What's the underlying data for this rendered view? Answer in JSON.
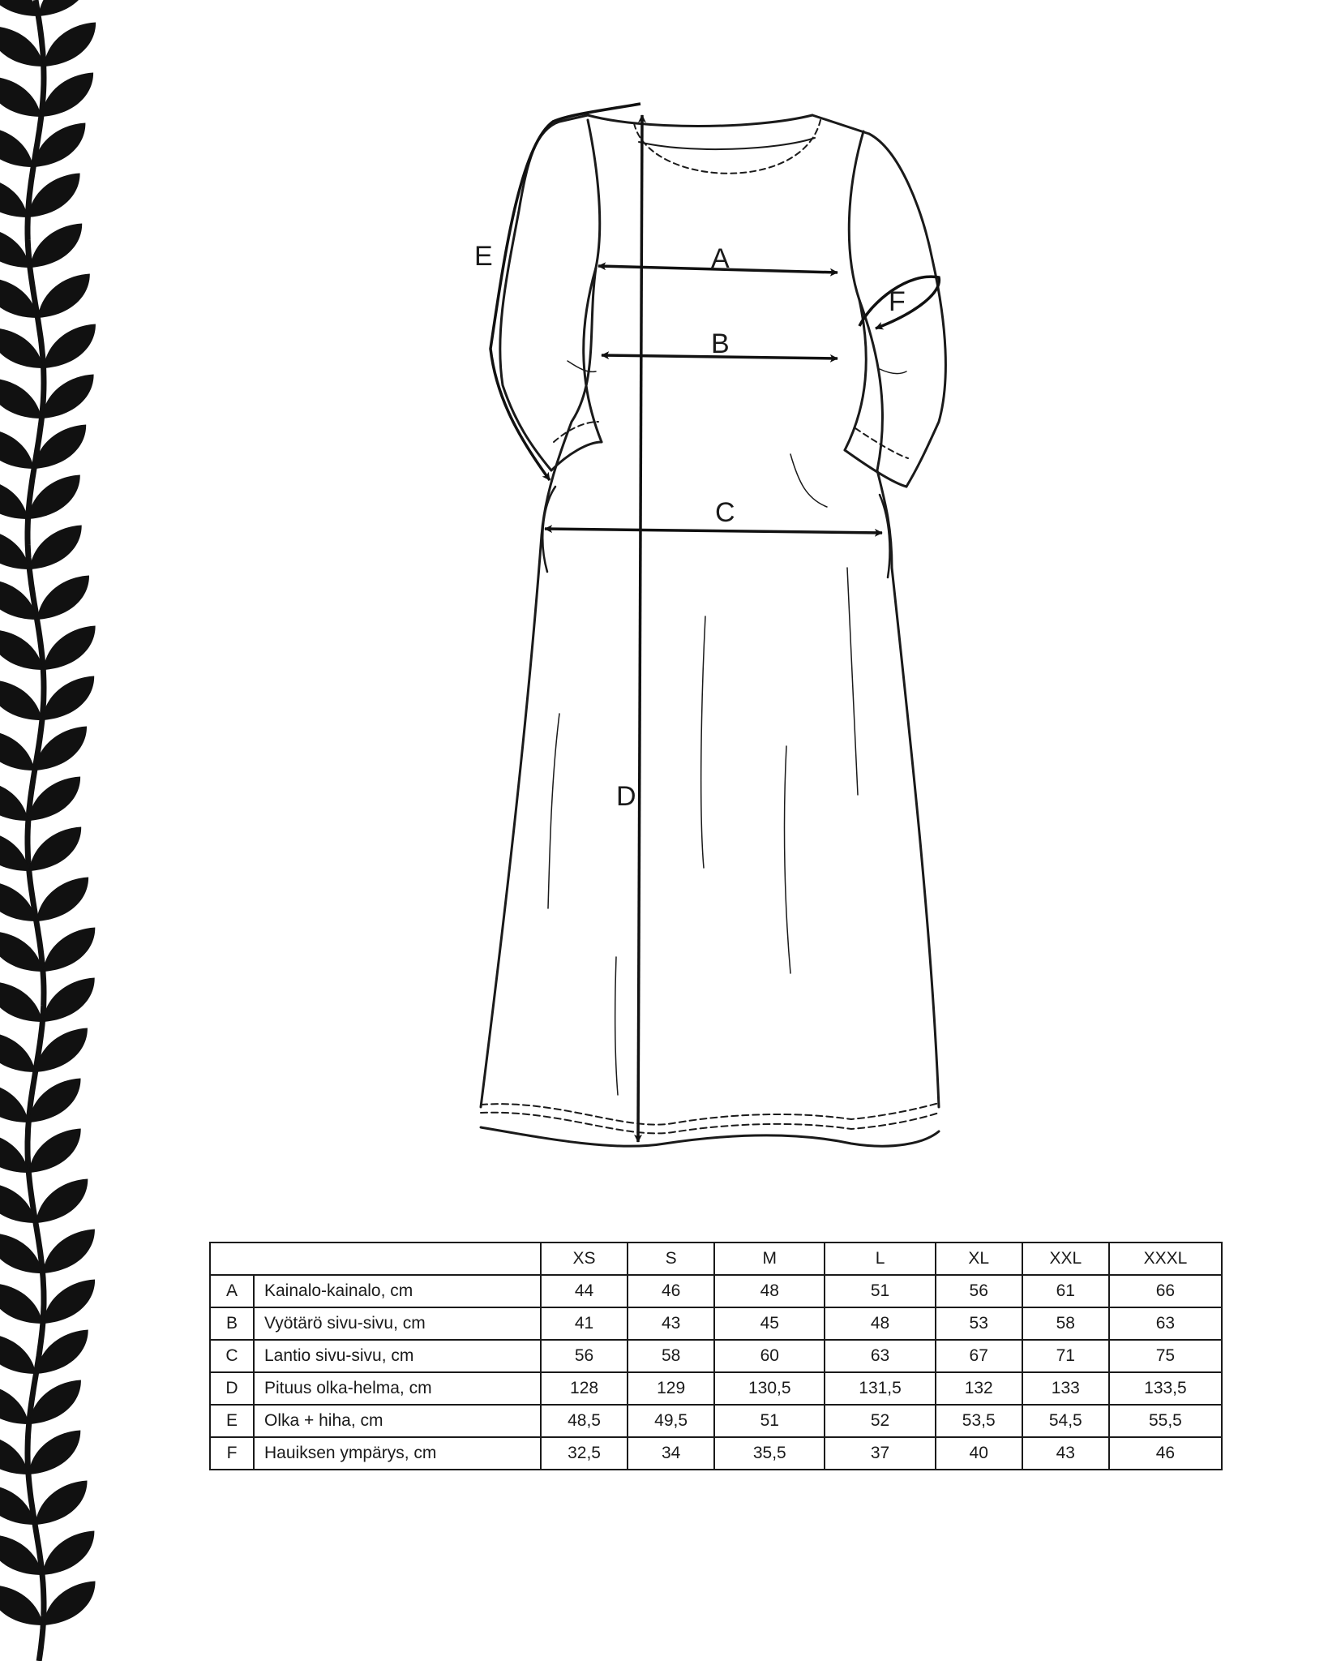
{
  "diagram": {
    "labels": {
      "a": "A",
      "b": "B",
      "c": "C",
      "d": "D",
      "e": "E",
      "f": "F"
    }
  },
  "table": {
    "sizes": [
      "XS",
      "S",
      "M",
      "L",
      "XL",
      "XXL",
      "XXXL"
    ],
    "rows": [
      {
        "code": "A",
        "name": "Kainalo-kainalo, cm",
        "values": [
          "44",
          "46",
          "48",
          "51",
          "56",
          "61",
          "66"
        ]
      },
      {
        "code": "B",
        "name": "Vyötärö sivu-sivu, cm",
        "values": [
          "41",
          "43",
          "45",
          "48",
          "53",
          "58",
          "63"
        ]
      },
      {
        "code": "C",
        "name": "Lantio sivu-sivu, cm",
        "values": [
          "56",
          "58",
          "60",
          "63",
          "67",
          "71",
          "75"
        ]
      },
      {
        "code": "D",
        "name": "Pituus olka-helma, cm",
        "values": [
          "128",
          "129",
          "130,5",
          "131,5",
          "132",
          "133",
          "133,5"
        ]
      },
      {
        "code": "E",
        "name": "Olka + hiha, cm",
        "values": [
          "48,5",
          "49,5",
          "51",
          "52",
          "53,5",
          "54,5",
          "55,5"
        ]
      },
      {
        "code": "F",
        "name": "Hauiksen ympärys, cm",
        "values": [
          "32,5",
          "34",
          "35,5",
          "37",
          "40",
          "43",
          "46"
        ]
      }
    ]
  }
}
